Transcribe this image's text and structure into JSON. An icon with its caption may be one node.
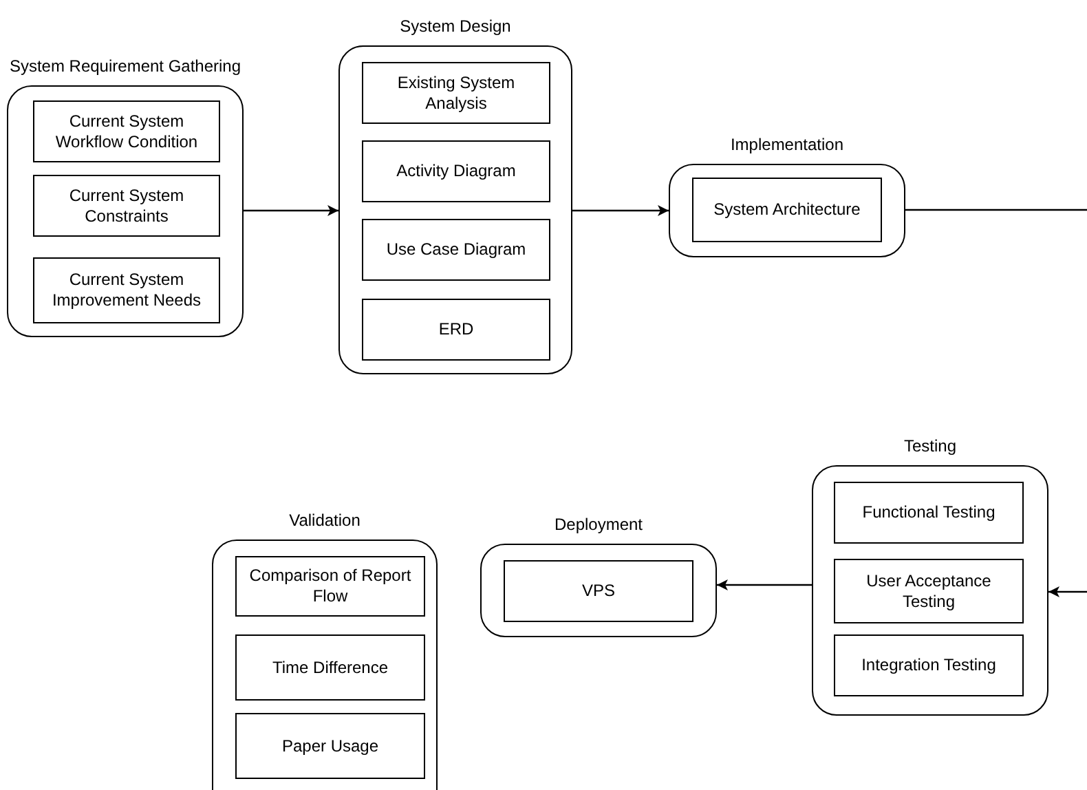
{
  "diagram": {
    "nodes": [
      {
        "text": [
          "System Requirement Gathering"
        ]
      },
      {
        "text": [
          "Current System Workflow Condition"
        ],
        "in": 0
      },
      {
        "text": [
          "Current System Constraints"
        ],
        "in": 0
      },
      {
        "text": [
          "Current System Improvement Needs"
        ],
        "in": 0
      },
      {
        "text": [
          "System Design"
        ]
      },
      {
        "text": [
          "Existing System Analysis"
        ],
        "in": 4
      },
      {
        "text": [
          "Activity Diagram"
        ],
        "in": 4
      },
      {
        "text": [
          "Use Case Diagram"
        ],
        "in": 4
      },
      {
        "text": [
          "ERD"
        ],
        "in": 4
      },
      {
        "text": [
          "Implementation"
        ]
      },
      {
        "text": [
          "System Architecture"
        ],
        "in": 9
      },
      {
        "text": [
          "Validation"
        ]
      },
      {
        "text": [
          "Comparison of Report Flow"
        ],
        "in": 11
      },
      {
        "text": [
          "Time Difference"
        ],
        "in": 11
      },
      {
        "text": [
          "Paper Usage"
        ],
        "in": 11
      },
      {
        "text": [
          "Deployment"
        ]
      },
      {
        "text": [
          "VPS"
        ],
        "in": 15
      },
      {
        "text": [
          "Testing"
        ]
      },
      {
        "text": [
          "Functional Testing"
        ],
        "in": 17
      },
      {
        "text": [
          "User Acceptance Testing"
        ],
        "in": 17
      },
      {
        "text": [
          "Integration Testing"
        ],
        "in": 17
      }
    ],
    "edges": [
      {
        "from": 0,
        "to": 4,
        "arrow": "to"
      },
      {
        "from": 4,
        "to": 9,
        "arrow": "to"
      },
      {
        "from": 9,
        "to": null,
        "arrow": "none"
      },
      {
        "from": null,
        "to": 17,
        "arrow": "to"
      },
      {
        "from": 17,
        "to": 15,
        "arrow": "to"
      }
    ]
  }
}
